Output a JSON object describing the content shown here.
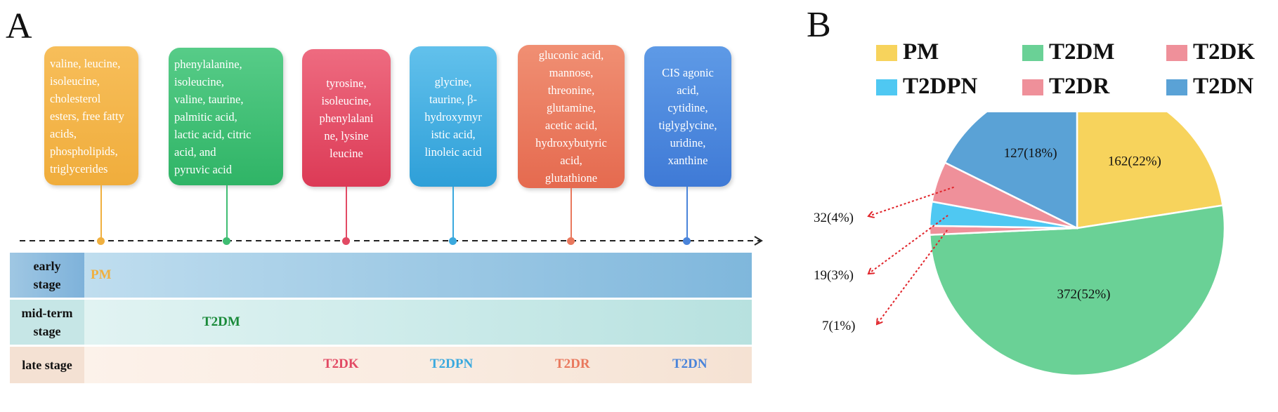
{
  "panel_a": {
    "letter": "A",
    "bubbles": [
      {
        "id": "pm",
        "lines": [
          "valine, leucine,",
          "isoleucine,",
          "cholesterol",
          "esters, free fatty",
          "acids,",
          "phospholipids,",
          "triglycerides"
        ]
      },
      {
        "id": "t2dm",
        "lines": [
          "phenylalanine,",
          "isoleucine,",
          "valine, taurine,",
          "palmitic acid,",
          "lactic acid, citric",
          "acid, and",
          "pyruvic acid"
        ]
      },
      {
        "id": "t2dk",
        "lines": [
          "tyrosine,",
          "isoleucine,",
          "phenylalani",
          "ne,  lysine",
          "leucine"
        ]
      },
      {
        "id": "t2dpn",
        "lines": [
          "glycine,",
          "taurine, β-",
          "hydroxymyr",
          "istic acid,",
          "linoleic acid"
        ]
      },
      {
        "id": "t2dr",
        "lines": [
          "gluconic acid,",
          "mannose,",
          "threonine,",
          "glutamine,",
          "acetic acid,",
          "hydroxybutyric",
          "acid,",
          "glutathione"
        ]
      },
      {
        "id": "t2dn",
        "lines": [
          "CIS agonic",
          "acid,",
          "cytidine,",
          "tiglyglycine,",
          "uridine,",
          "xanthine"
        ]
      }
    ],
    "stages": {
      "early": {
        "label_line1": "early",
        "label_line2": "stage",
        "items": {
          "pm": "PM"
        }
      },
      "mid": {
        "label_line1": "mid-term",
        "label_line2": "stage",
        "items": {
          "t2dm": "T2DM"
        }
      },
      "late": {
        "label": "late stage",
        "items": {
          "t2dk": "T2DK",
          "t2dpn": "T2DPN",
          "t2dr": "T2DR",
          "t2dn": "T2DN"
        }
      }
    },
    "colors": {
      "pm": "#f0b03f",
      "t2dm": "#3fbd72",
      "t2dk": "#e24a64",
      "t2dpn": "#3aa9de",
      "t2dr": "#e9785d",
      "t2dn": "#4a84da"
    }
  },
  "panel_b": {
    "letter": "B",
    "legend": [
      {
        "label": "PM",
        "color": "#f7d35c"
      },
      {
        "label": "T2DM",
        "color": "#6ad196"
      },
      {
        "label": "T2DK",
        "color": "#ef909a"
      },
      {
        "label": "T2DPN",
        "color": "#4fc8f2"
      },
      {
        "label": "T2DR",
        "color": "#ef909a"
      },
      {
        "label": "T2DN",
        "color": "#5aa2d6"
      }
    ],
    "annotation_color": "#e0242a"
  },
  "chart_data": {
    "type": "pie",
    "slices": [
      {
        "name": "PM",
        "value": 162,
        "percent": 22,
        "label": "162(22%)",
        "color": "#f7d35c"
      },
      {
        "name": "T2DM",
        "value": 372,
        "percent": 52,
        "label": "372(52%)",
        "color": "#6ad196"
      },
      {
        "name": "T2DK",
        "value": 7,
        "percent": 1,
        "label": "7(1%)",
        "color": "#ef909a"
      },
      {
        "name": "T2DPN",
        "value": 19,
        "percent": 3,
        "label": "19(3%)",
        "color": "#4fc8f2"
      },
      {
        "name": "T2DR",
        "value": 32,
        "percent": 4,
        "label": "32(4%)",
        "color": "#ef909a"
      },
      {
        "name": "T2DN",
        "value": 127,
        "percent": 18,
        "label": "127(18%)",
        "color": "#5aa2d6"
      }
    ],
    "legend_position": "top"
  }
}
